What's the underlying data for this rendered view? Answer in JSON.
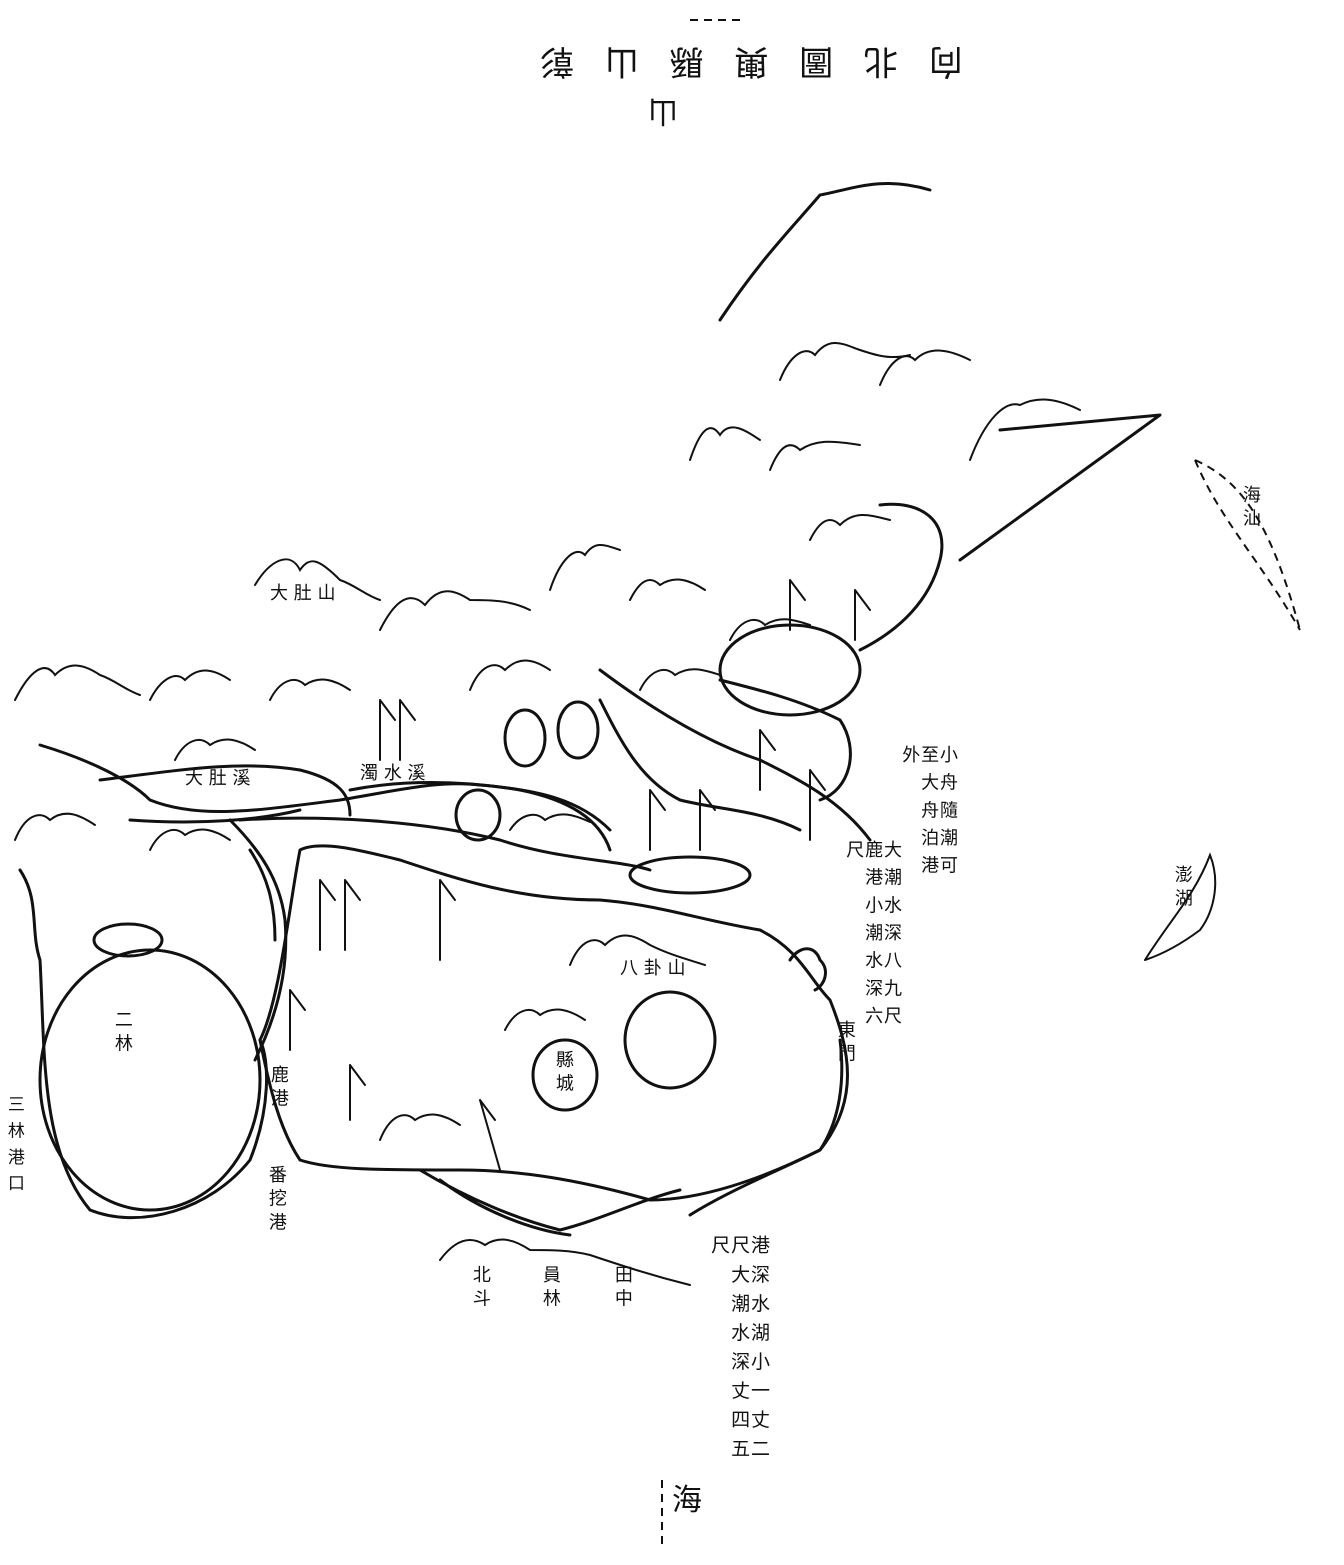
{
  "map": {
    "title": "向 北 圖 輿 縣 山 彰",
    "north_mark": "山",
    "south_mark": "海",
    "notes": {
      "bottom_right": "港 深 水 湖 小 一 丈 二 尺 大 潮 水 深 丈 四 五 尺",
      "right_middle": "大 潮 水 深 八 九 尺 鹿 港 小 潮 水 深 六 尺",
      "right_top": "小 舟 隨 潮 可 至 大 舟 泊 港 外",
      "left_bottom": "三 林 港 口"
    },
    "places": {
      "lukang": "鹿 港",
      "citadel": "縣 城",
      "east_gate": "東 門",
      "south_harbor": "番 挖 港",
      "mountain_a": "大 肚 山",
      "mountain_b": "八 卦 山",
      "river_a": "大 肚 溪",
      "river_b": "濁 水 溪",
      "town_a": "北 斗",
      "town_b": "員 林",
      "town_c": "田 中",
      "town_d": "二 林",
      "island": "澎 湖",
      "coast_strip": "海 汕"
    }
  }
}
